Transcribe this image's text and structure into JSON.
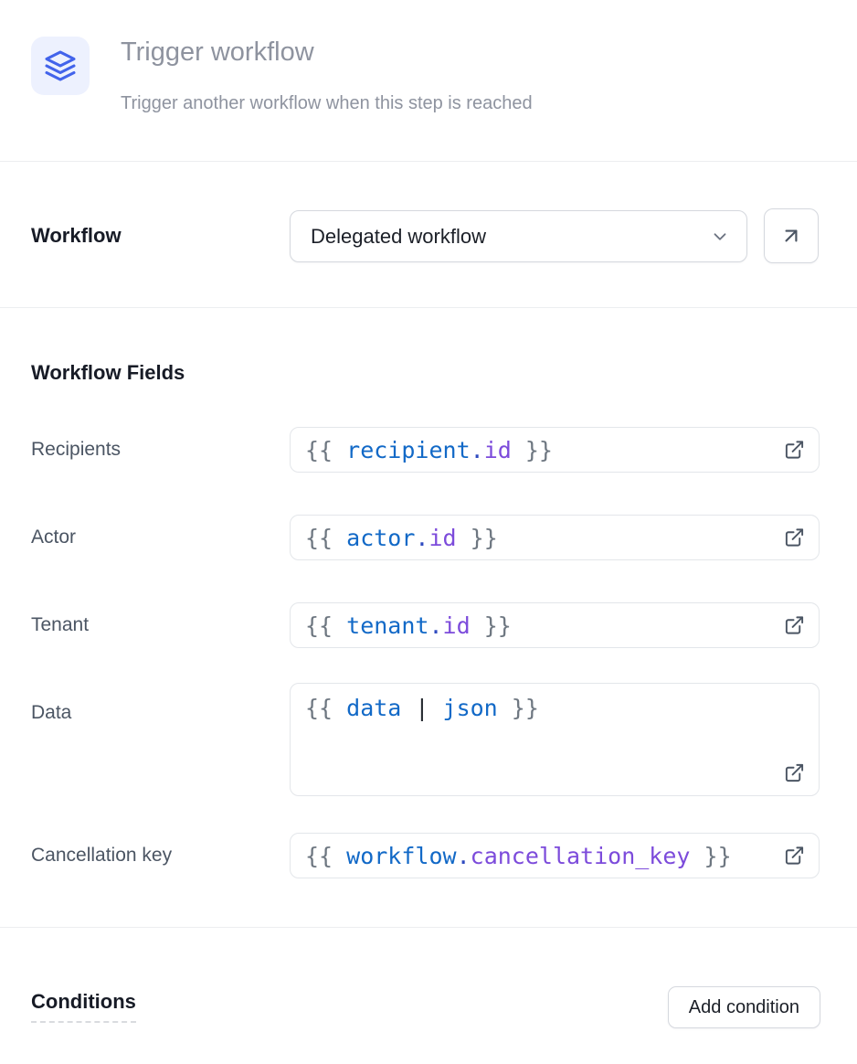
{
  "header": {
    "icon": "layers-icon",
    "title": "Trigger workflow",
    "subtitle": "Trigger another workflow when this step is reached"
  },
  "workflow_row": {
    "label": "Workflow",
    "selected_workflow": "Delegated workflow",
    "chevron_icon": "chevron-down-icon",
    "open_icon": "arrow-up-right-icon"
  },
  "fields_section": {
    "heading": "Workflow Fields",
    "edit_icon": "external-link-icon",
    "fields": [
      {
        "label": "Recipients",
        "tall": false,
        "tokens": [
          [
            "brace",
            "{{ "
          ],
          [
            "var",
            "recipient"
          ],
          [
            "dot",
            "."
          ],
          [
            "prop",
            "id"
          ],
          [
            "brace",
            " }}"
          ]
        ]
      },
      {
        "label": "Actor",
        "tall": false,
        "tokens": [
          [
            "brace",
            "{{ "
          ],
          [
            "var",
            "actor"
          ],
          [
            "dot",
            "."
          ],
          [
            "prop",
            "id"
          ],
          [
            "brace",
            " }}"
          ]
        ]
      },
      {
        "label": "Tenant",
        "tall": false,
        "tokens": [
          [
            "brace",
            "{{ "
          ],
          [
            "var",
            "tenant"
          ],
          [
            "dot",
            "."
          ],
          [
            "prop",
            "id"
          ],
          [
            "brace",
            " }}"
          ]
        ]
      },
      {
        "label": "Data",
        "tall": true,
        "tokens": [
          [
            "brace",
            "{{ "
          ],
          [
            "var",
            "data"
          ],
          [
            "pipe",
            " | "
          ],
          [
            "var",
            "json"
          ],
          [
            "brace",
            " }}"
          ]
        ]
      },
      {
        "label": "Cancellation key",
        "tall": false,
        "tokens": [
          [
            "brace",
            "{{ "
          ],
          [
            "var",
            "workflow"
          ],
          [
            "dot",
            "."
          ],
          [
            "prop",
            "cancellation_key"
          ],
          [
            "brace",
            " }}"
          ]
        ]
      }
    ]
  },
  "conditions_section": {
    "heading": "Conditions",
    "add_button_label": "Add condition"
  },
  "colors": {
    "accent_icon": "#4263eb",
    "icon_bg": "#edf1fe",
    "divider": "#eceef0",
    "border": "#d5d8de",
    "field_border": "#e3e6ea",
    "heading_text": "#171b26",
    "muted_text": "#8e939f",
    "label_text": "#4b5563",
    "syntax": {
      "brace": "#6e7781",
      "var": "#1269c7",
      "dot": "#2f4bc0",
      "prop": "#7c4bdb",
      "pipe": "#24292f"
    }
  }
}
